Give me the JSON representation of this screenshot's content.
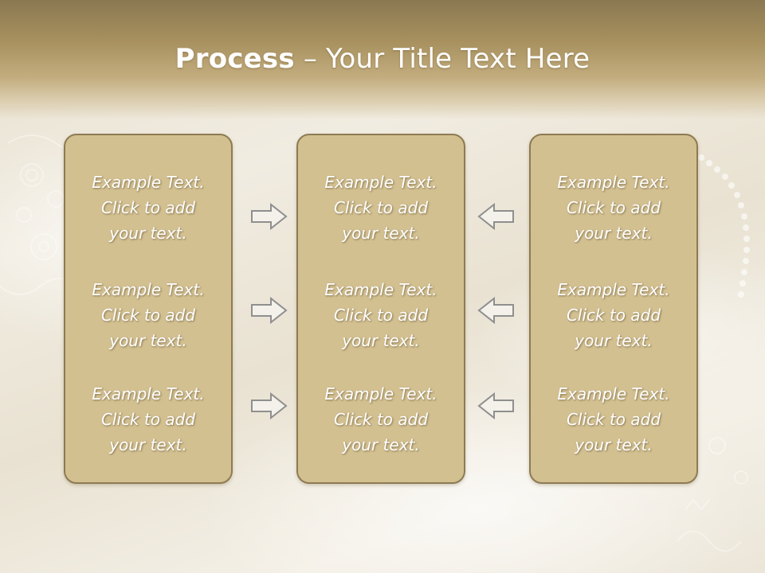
{
  "slide": {
    "title_bold": "Process",
    "title_dash": " – ",
    "title_rest": "Your Title Text Here"
  },
  "columns": [
    {
      "items": [
        "Example Text.\nClick  to add\nyour text.",
        "Example Text.\nClick  to add\nyour text.",
        "Example Text.\nClick  to add\nyour text."
      ]
    },
    {
      "items": [
        "Example Text.\nClick  to add\nyour text.",
        "Example Text.\nClick  to add\nyour text.",
        "Example Text.\nClick  to add\nyour text."
      ]
    },
    {
      "items": [
        "Example Text.\nClick  to add\nyour text.",
        "Example Text.\nClick  to add\nyour text.",
        "Example Text.\nClick  to add\nyour text."
      ]
    }
  ],
  "arrows": {
    "left_group": "arrow-right-icon",
    "right_group": "arrow-left-icon"
  },
  "colors": {
    "box_fill": "#d3c091",
    "box_border": "#8d7b53",
    "header_top": "#8a7851",
    "text": "#ffffff"
  }
}
